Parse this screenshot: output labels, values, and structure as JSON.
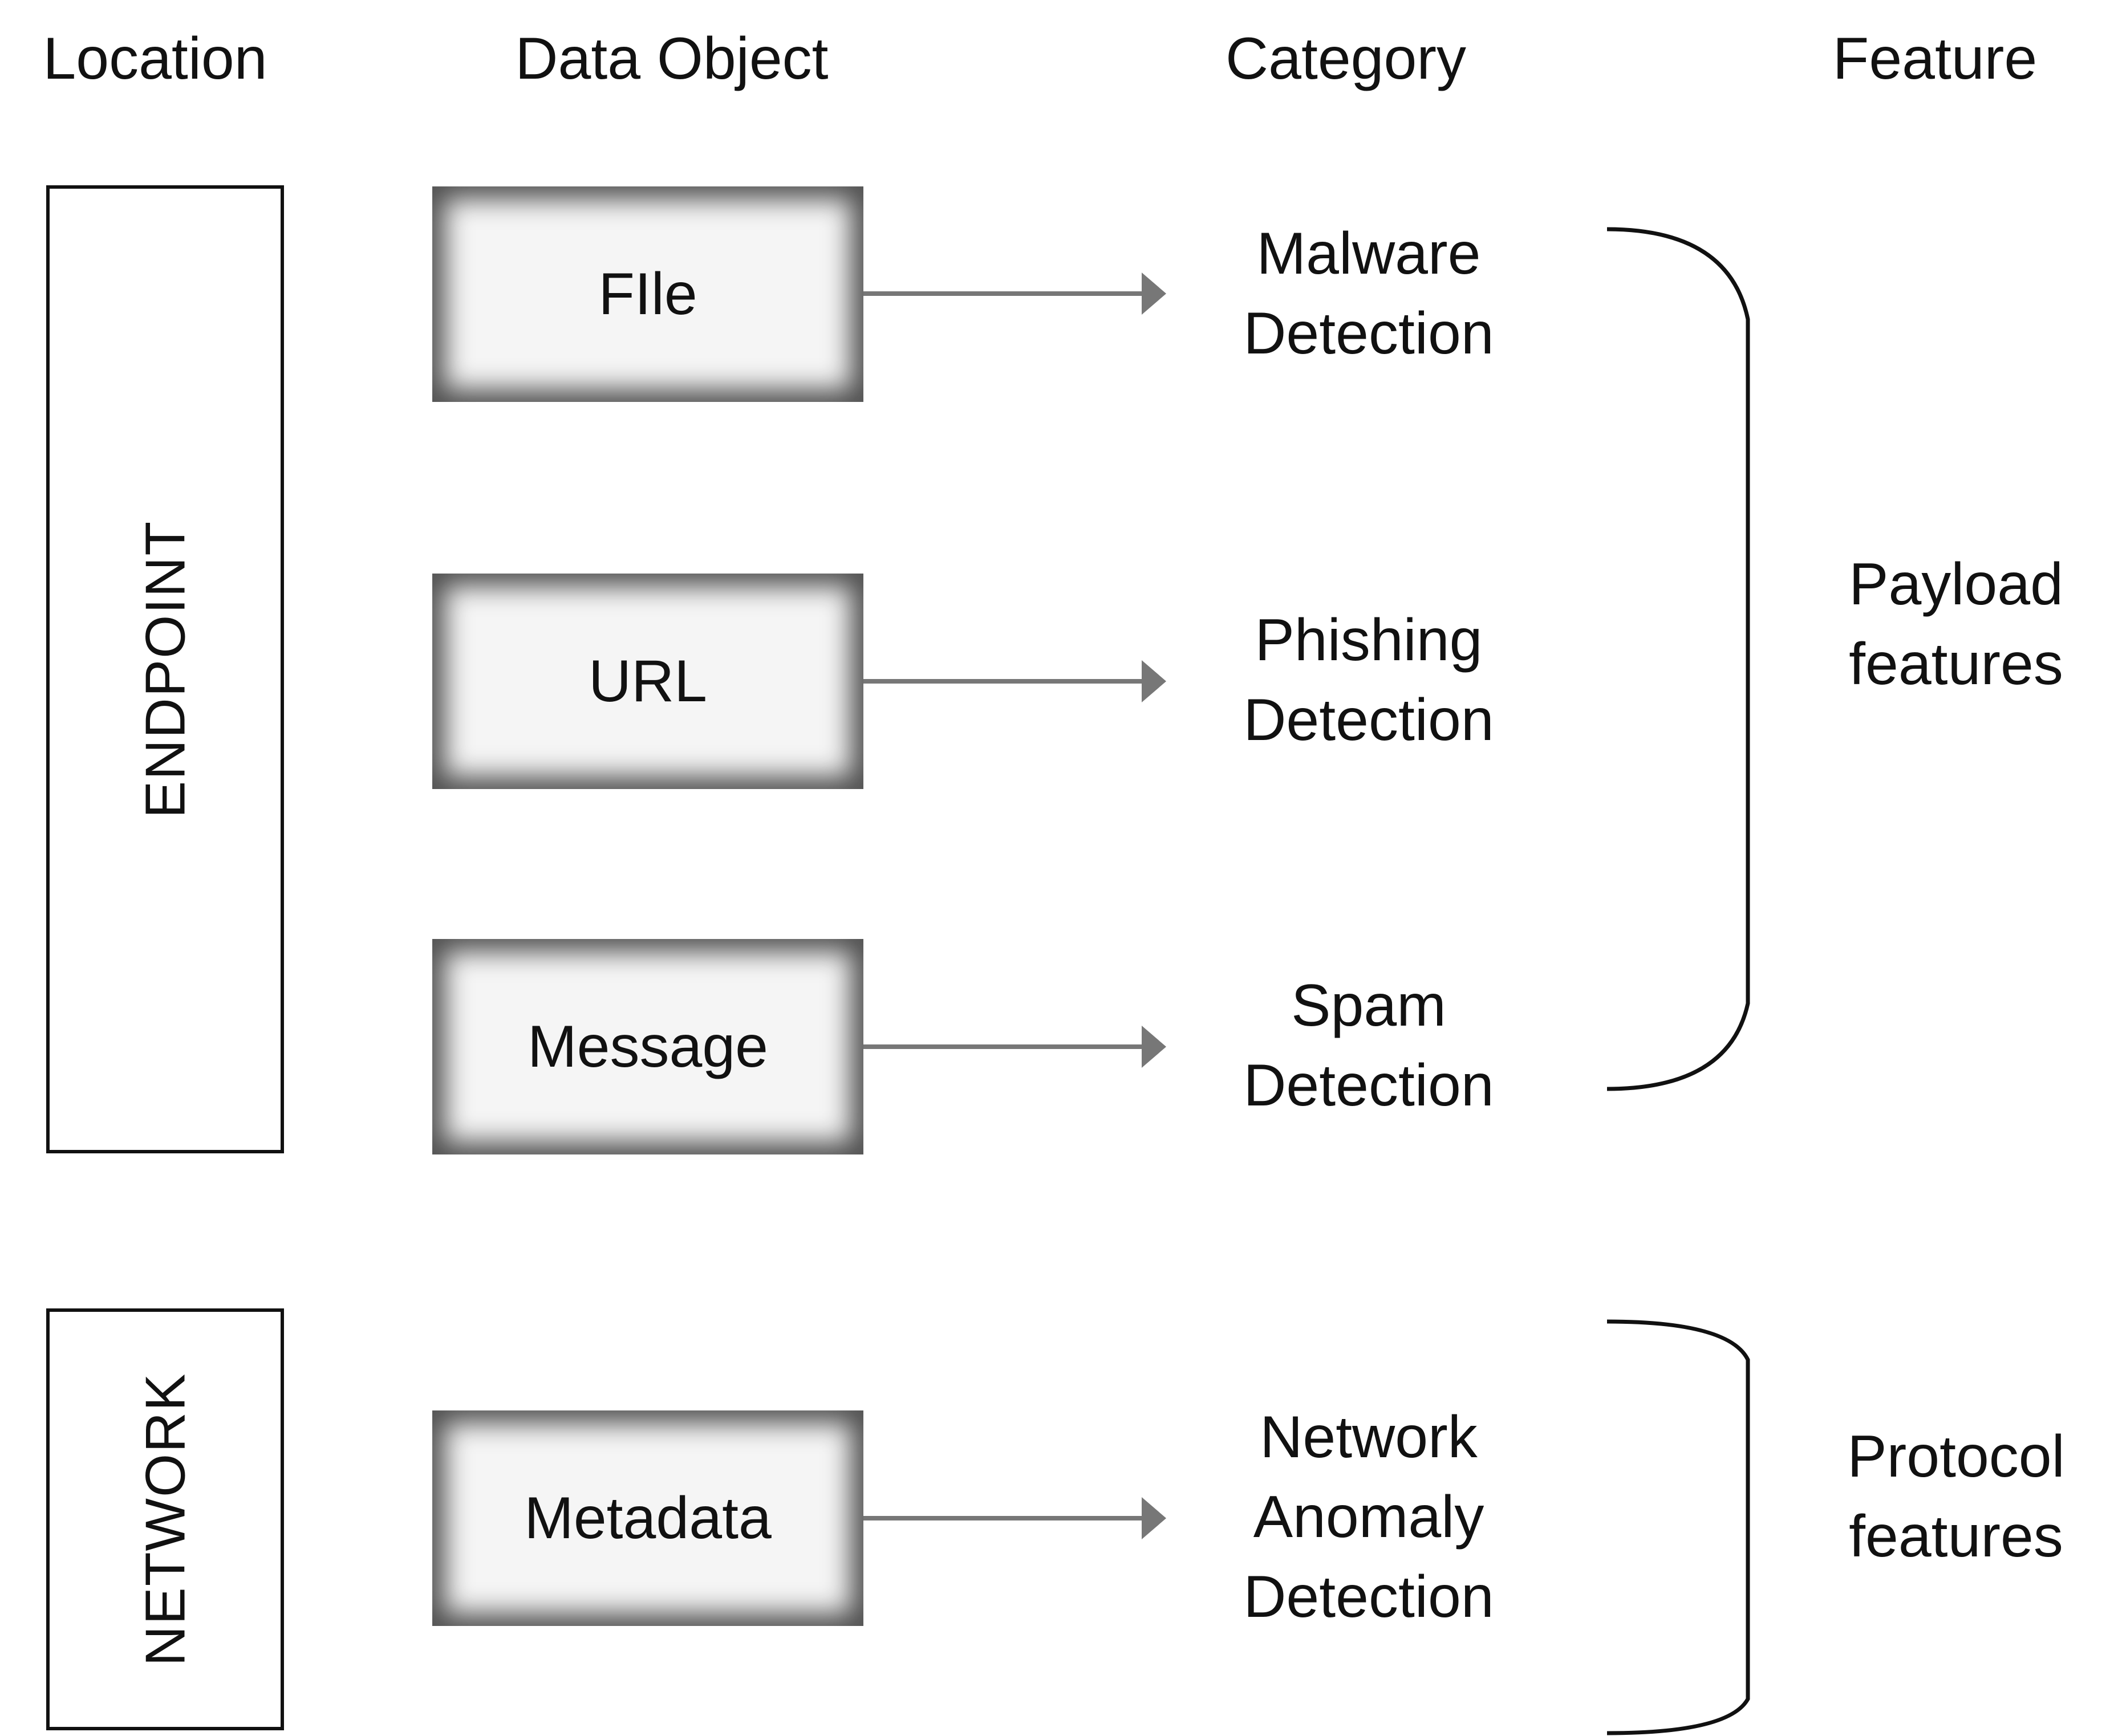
{
  "headers": {
    "location": "Location",
    "data_object": "Data Object",
    "category": "Category",
    "feature": "Feature"
  },
  "locations": {
    "endpoint": "ENDPOINT",
    "network": "NETWORK"
  },
  "data_objects": {
    "file": "FIle",
    "url": "URL",
    "message": "Message",
    "metadata": "Metadata"
  },
  "categories": {
    "malware": {
      "line1": "Malware",
      "line2": "Detection"
    },
    "phishing": {
      "line1": "Phishing",
      "line2": "Detection"
    },
    "spam": {
      "line1": "Spam",
      "line2": "Detection"
    },
    "network_anomaly": {
      "line1": "Network",
      "line2": "Anomaly",
      "line3": "Detection"
    }
  },
  "features": {
    "payload": {
      "line1": "Payload",
      "line2": "features"
    },
    "protocol": {
      "line1": "Protocol",
      "line2": "features"
    }
  },
  "colors": {
    "text": "#111111",
    "arrow": "#777777",
    "box_edge": "#4f4f4f",
    "box_fill": "#f5f5f5"
  }
}
